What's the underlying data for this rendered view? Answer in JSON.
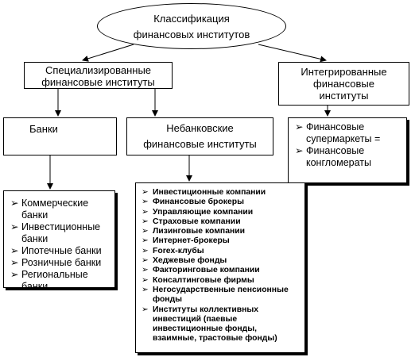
{
  "root": {
    "line1": "Классификация",
    "line2": "финансовых институтов"
  },
  "specialized": {
    "line1": "Специализированные",
    "line2": "финансовые институты"
  },
  "integrated": {
    "line1": "Интегрированные",
    "line2": "финансовые",
    "line3": "институты"
  },
  "banks": {
    "title": "Банки",
    "items": [
      [
        "Коммерческие",
        "банки"
      ],
      [
        "Инвестиционные",
        "банки"
      ],
      [
        "Ипотечные банки"
      ],
      [
        "Розничные банки"
      ],
      [
        "Региональные",
        "банки"
      ]
    ]
  },
  "nonbank": {
    "line1": "Небанковские",
    "line2": "финансовые институты",
    "items": [
      [
        "Инвестиционные компании"
      ],
      [
        "Финансовые брокеры"
      ],
      [
        "Управляющие компании"
      ],
      [
        "Страховые компании"
      ],
      [
        "Лизинговые компании"
      ],
      [
        "Интернет-брокеры"
      ],
      [
        "Forex-клубы"
      ],
      [
        "Хеджевые фонды"
      ],
      [
        "Факторинговые компании"
      ],
      [
        "Консалтинговые фирмы"
      ],
      [
        "Негосударственные пенсионные",
        "фонды"
      ],
      [
        "Институты коллективных",
        "инвестиций (паевые",
        "инвестиционные фонды,",
        "взаимные, трастовые фонды)"
      ]
    ]
  },
  "integrated_items": {
    "items": [
      [
        "Финансовые",
        "супермаркеты ="
      ],
      [
        "Финансовые",
        "конгломераты"
      ]
    ]
  },
  "bullet_glyph": "➢"
}
